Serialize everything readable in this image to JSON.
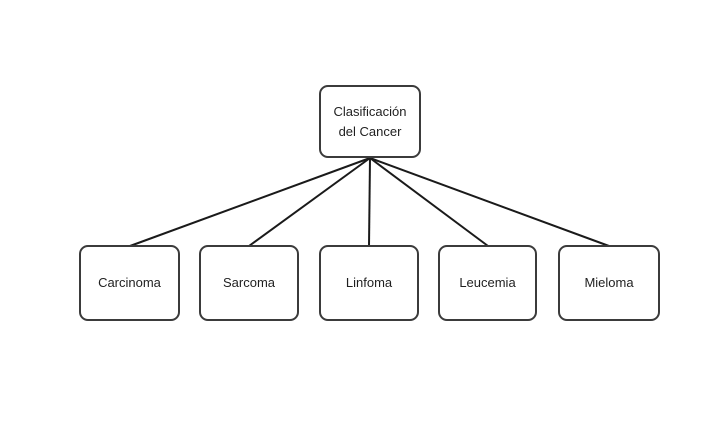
{
  "diagram": {
    "type": "tree",
    "root": {
      "id": "root",
      "label": "Clasificación del Cancer"
    },
    "children": [
      {
        "id": "carcinoma",
        "label": "Carcinoma"
      },
      {
        "id": "sarcoma",
        "label": "Sarcoma"
      },
      {
        "id": "linfoma",
        "label": "Linfoma"
      },
      {
        "id": "leucemia",
        "label": "Leucemia"
      },
      {
        "id": "mieloma",
        "label": "Mieloma"
      }
    ],
    "edges": [
      {
        "from": "root",
        "to": "carcinoma"
      },
      {
        "from": "root",
        "to": "sarcoma"
      },
      {
        "from": "root",
        "to": "linfoma"
      },
      {
        "from": "root",
        "to": "leucemia"
      },
      {
        "from": "root",
        "to": "mieloma"
      }
    ],
    "colors": {
      "canvas_background": "#ffffff",
      "node_fill": "#ffffff",
      "node_border": "#3b3b3b",
      "text": "#1f1f1f",
      "connector": "#1a1a1a"
    }
  }
}
